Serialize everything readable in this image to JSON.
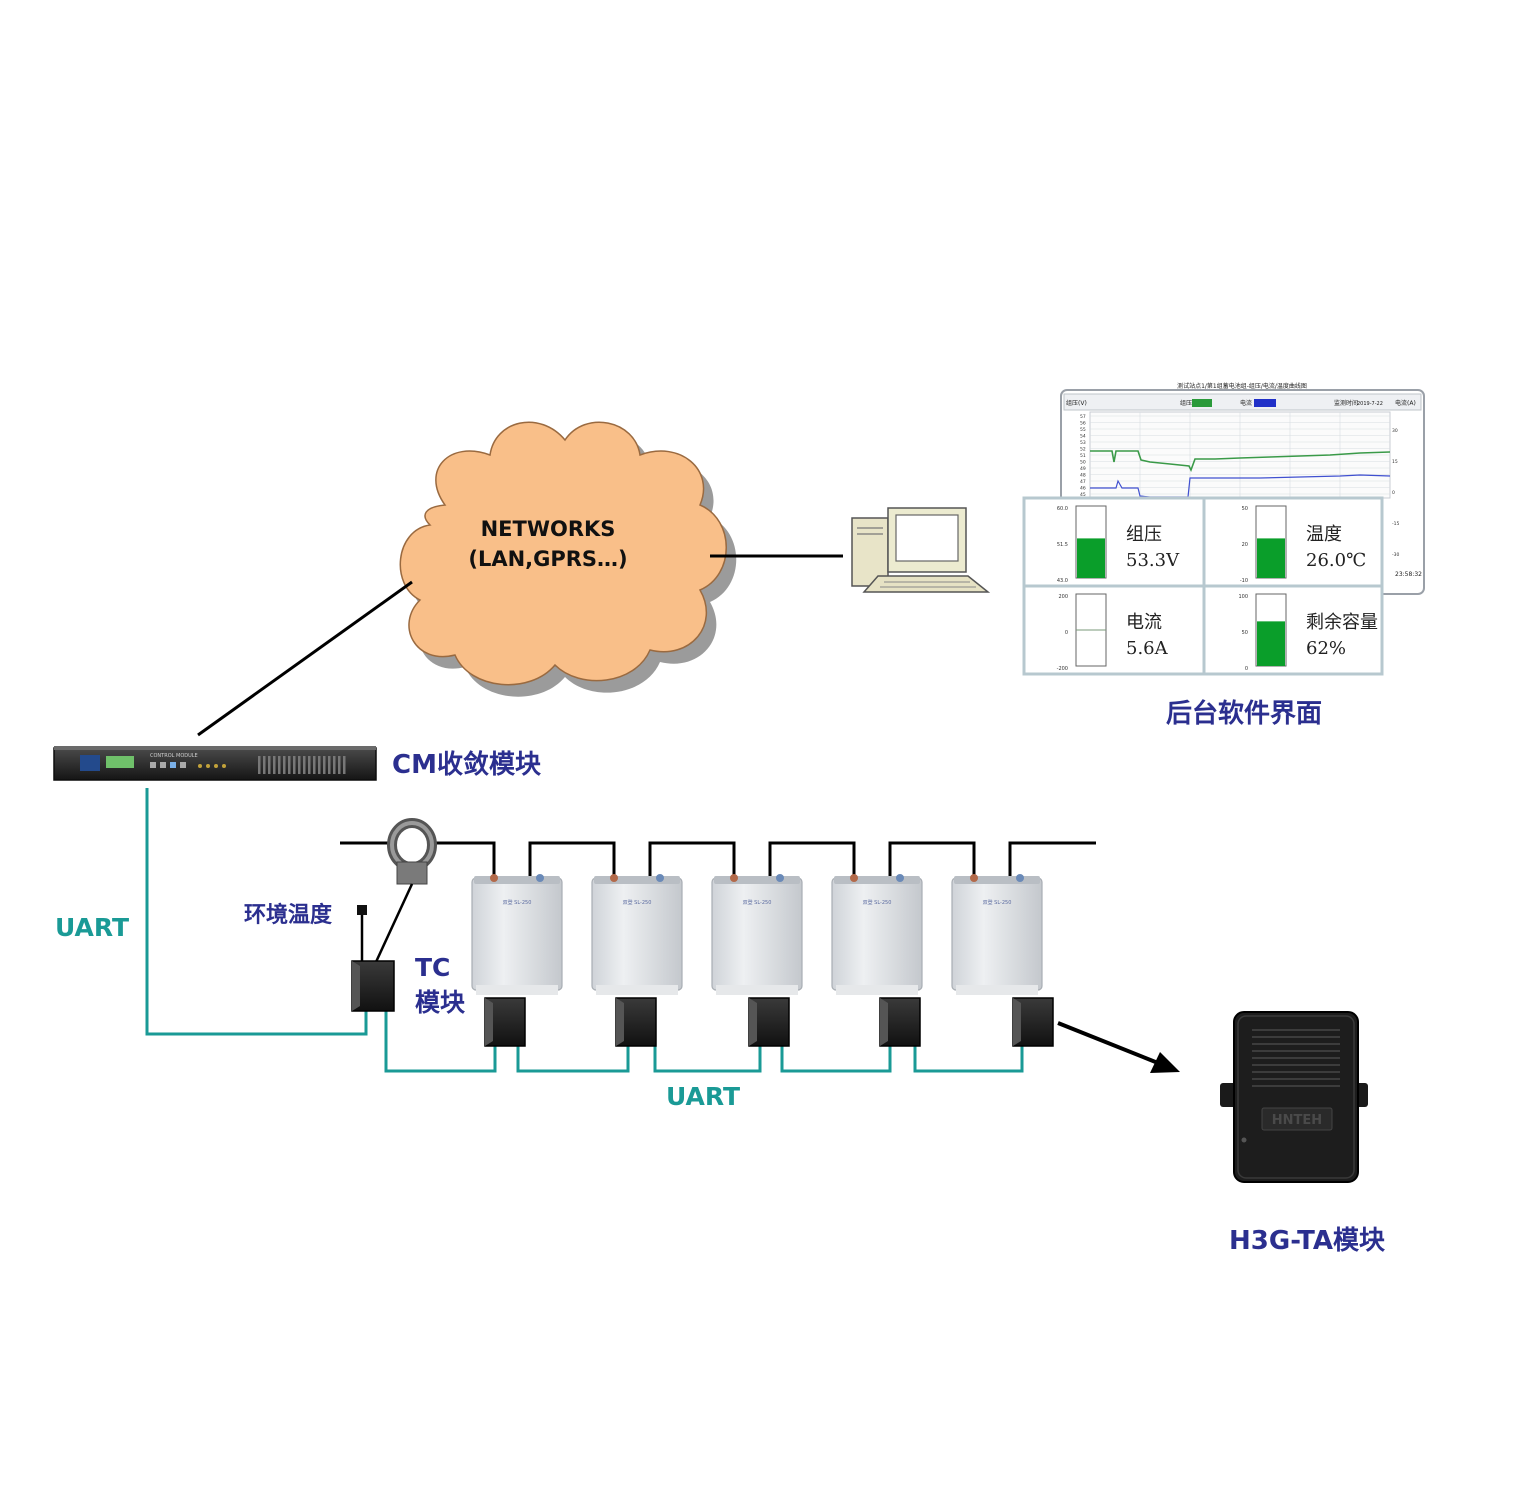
{
  "colors": {
    "cloud": "#f9bf89",
    "cloud_shadow": "#8a8a8a",
    "teal": "#1a9a96",
    "label_blue": "#2b2f8f",
    "gauge_green": "#0a9e2a",
    "module_dark": "#1d1d1d"
  },
  "network": {
    "line1": "NETWORKS",
    "line2": "(LAN,GPRS…)"
  },
  "cm_module": {
    "label": "CM收敛模块",
    "device_text": "CONTROL MODULE"
  },
  "backend": {
    "caption": "后台软件界面",
    "screen_title": "测试站点1/第1组蓄电池组-组压/电流/温度曲线图",
    "legend_voltage": "组压",
    "legend_current": "电流",
    "time_label": "监测时间",
    "time_value": "2019-7-22",
    "left_axis_label": "组压(V)",
    "right_axis_label": "电流(A)",
    "left_ticks": [
      "57",
      "56",
      "55",
      "54",
      "53",
      "52",
      "51",
      "50",
      "49",
      "48",
      "47",
      "46",
      "45"
    ],
    "right_ticks": [
      "30",
      "15",
      "0",
      "-15",
      "-30"
    ],
    "clock": "23:58:32",
    "gauges": [
      {
        "name": "组压",
        "value": "53.3V",
        "fill": 0.55,
        "ticks": [
          "60.0",
          "51.5",
          "43.0"
        ]
      },
      {
        "name": "温度",
        "value": "26.0℃",
        "fill": 0.55,
        "ticks": [
          "50",
          "20",
          "-10"
        ]
      },
      {
        "name": "电流",
        "value": "5.6A",
        "fill": 0.0,
        "ticks": [
          "200",
          "0",
          "-200"
        ]
      },
      {
        "name": "剩余容量",
        "value": "62%",
        "fill": 0.62,
        "ticks": [
          "100",
          "50",
          "0"
        ]
      }
    ]
  },
  "labels": {
    "uart_left": "UART",
    "uart_bottom": "UART",
    "env_temp": "环境温度",
    "tc_line1": "TC",
    "tc_line2": "模块",
    "h3g": "H3G-TA模块"
  },
  "batteries": {
    "brand": "双登 SL-250",
    "count": 5
  },
  "h3g_device_text": "HNTEH"
}
